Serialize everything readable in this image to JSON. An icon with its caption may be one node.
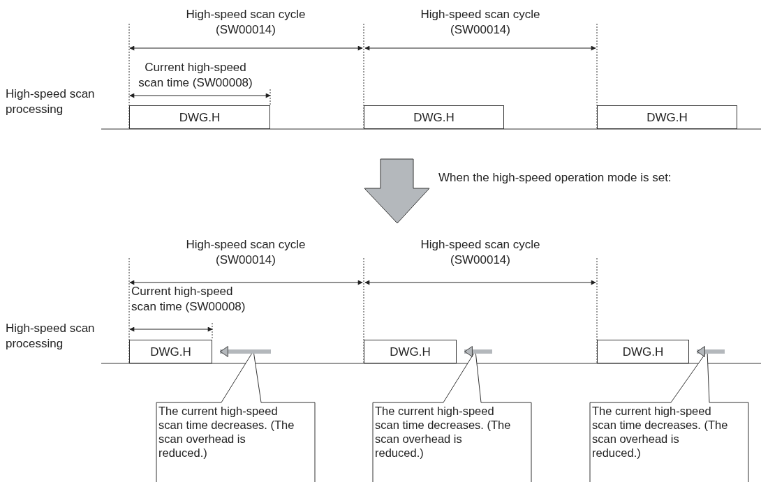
{
  "diagram": {
    "nodes": [
      {
        "text": [
          "DWG.H"
        ]
      },
      {
        "text": [
          "DWG.H"
        ]
      },
      {
        "text": [
          "DWG.H"
        ]
      },
      {
        "text": [
          "DWG.H"
        ]
      },
      {
        "text": [
          "DWG.H"
        ]
      },
      {
        "text": [
          "DWG.H"
        ]
      },
      {
        "text": [
          "The current high-speed scan time decreases. (The scan overhead is reduced.)"
        ]
      },
      {
        "text": [
          "The current high-speed scan time decreases. (The scan overhead is reduced.)"
        ]
      },
      {
        "text": [
          "The current high-speed scan time decreases. (The scan overhead is reduced.)"
        ]
      }
    ],
    "edges": [
      {
        "from": null,
        "to": 3,
        "arrow": "to"
      },
      {
        "from": null,
        "to": 4,
        "arrow": "to"
      },
      {
        "from": null,
        "to": 5,
        "arrow": "to"
      }
    ],
    "labels": [
      "High-speed scan cycle (SW00014)",
      "High-speed scan cycle (SW00014)",
      "Current high-speed scan time (SW00008)",
      "High-speed scan processing",
      "When the high-speed operation mode is set:",
      "High-speed scan cycle (SW00014)",
      "High-speed scan cycle (SW00014)",
      "Current high-speed scan time (SW00008)",
      "High-speed scan processing"
    ]
  }
}
